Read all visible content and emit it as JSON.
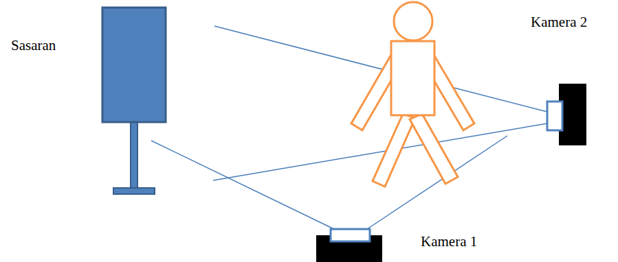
{
  "diagram": {
    "labels": [
      "Sasaran",
      "Kamera 2",
      "Kamera 1"
    ]
  }
}
